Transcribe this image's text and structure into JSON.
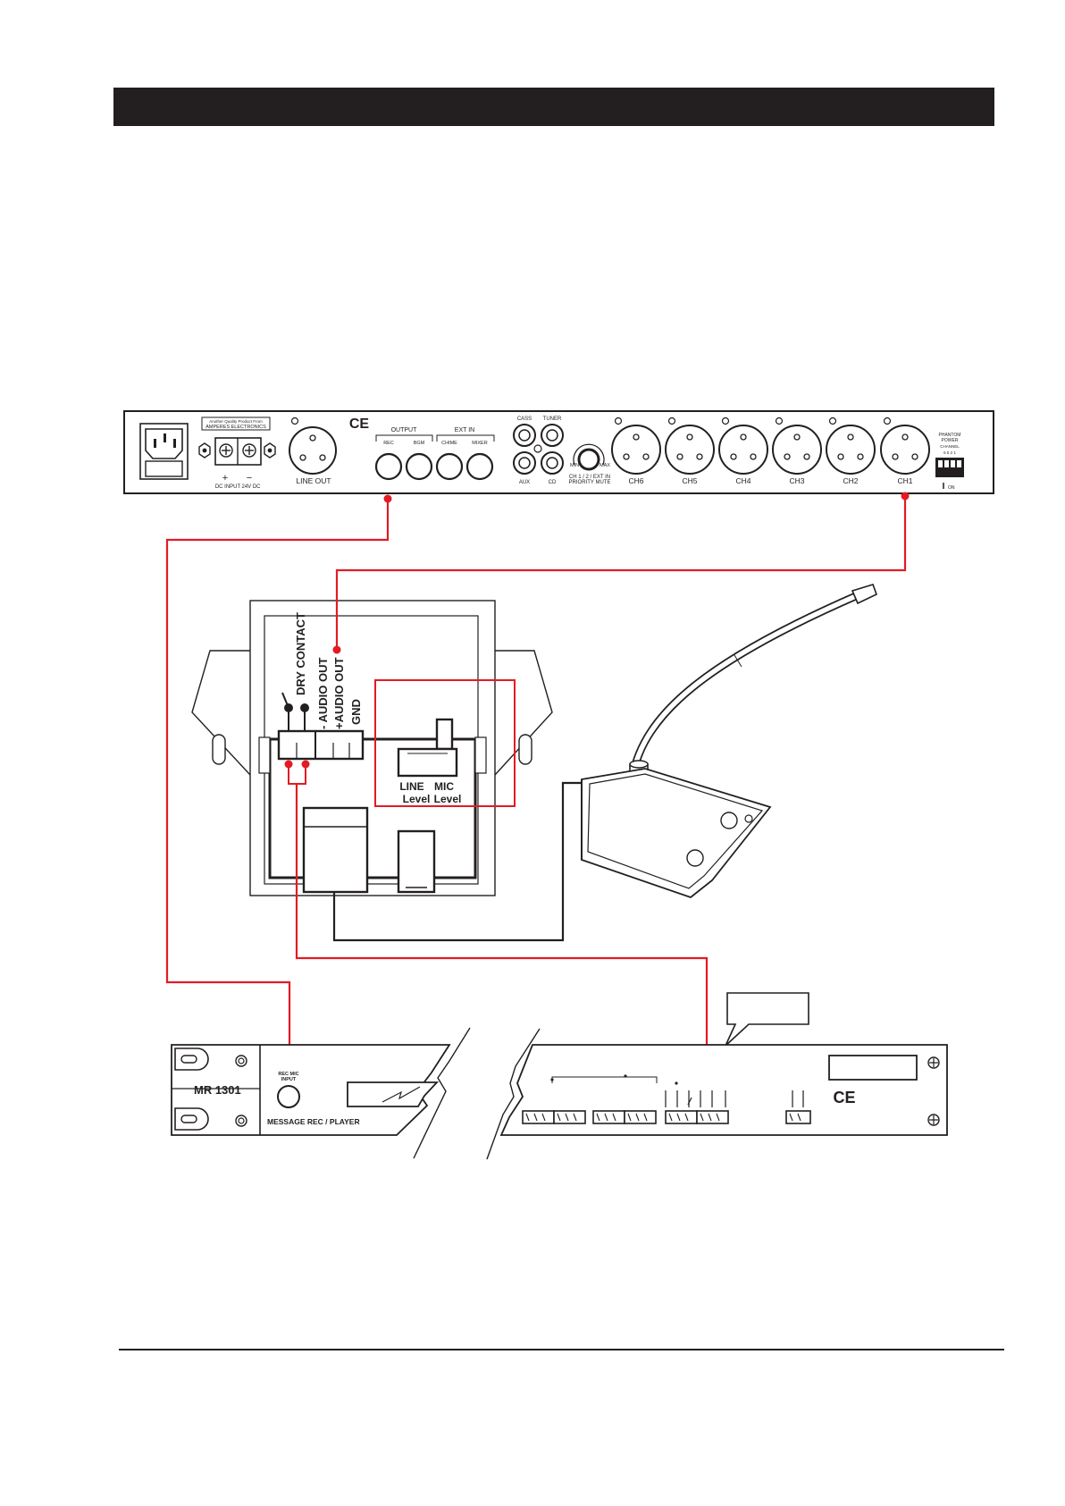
{
  "amplifier": {
    "badge_line1": "Another Quality Product From",
    "badge_line2": "AMPERES ELECTRONICS",
    "dc_plus": "+",
    "dc_minus": "−",
    "dc_input": "DC INPUT",
    "dc_voltage": "24V DC",
    "line_out": "LINE OUT",
    "ce_mark": "CE",
    "output_group": "OUTPUT",
    "ext_in_group": "EXT IN",
    "rec": "REC",
    "bgm": "BGM",
    "chime": "CHIME",
    "mixer": "MIXER",
    "cass": "CASS",
    "tuner": "TUNER",
    "aux": "AUX",
    "cd": "CD",
    "min": "MIN",
    "max": "MAX",
    "mute_line1": "CH 1 / 2 / EXT IN",
    "mute_line2": "PRIORITY MUTE",
    "channels": [
      "CH6",
      "CH5",
      "CH4",
      "CH3",
      "CH2",
      "CH1"
    ],
    "phantom_line1": "PHANTOM",
    "phantom_line2": "POWER",
    "dip_label": "CHANNEL",
    "dip_numbers": "6  5  2  1",
    "dip_on": "ON"
  },
  "interface_box": {
    "dry_contact": "DRY CONTACT",
    "audio_out_minus": "- AUDIO OUT",
    "audio_out_plus": "+AUDIO OUT",
    "gnd": "GND",
    "line": "LINE",
    "mic": "MIC",
    "level": "Level"
  },
  "recorder": {
    "model": "MR 1301",
    "rec_mic_line1": "REC MIC",
    "rec_mic_line2": "INPUT",
    "subtitle": "MESSAGE REC / PLAYER",
    "ce_mark": "CE"
  },
  "colors": {
    "accent_red": "#e21b24",
    "ink": "#231f20",
    "header": "#231f20"
  }
}
